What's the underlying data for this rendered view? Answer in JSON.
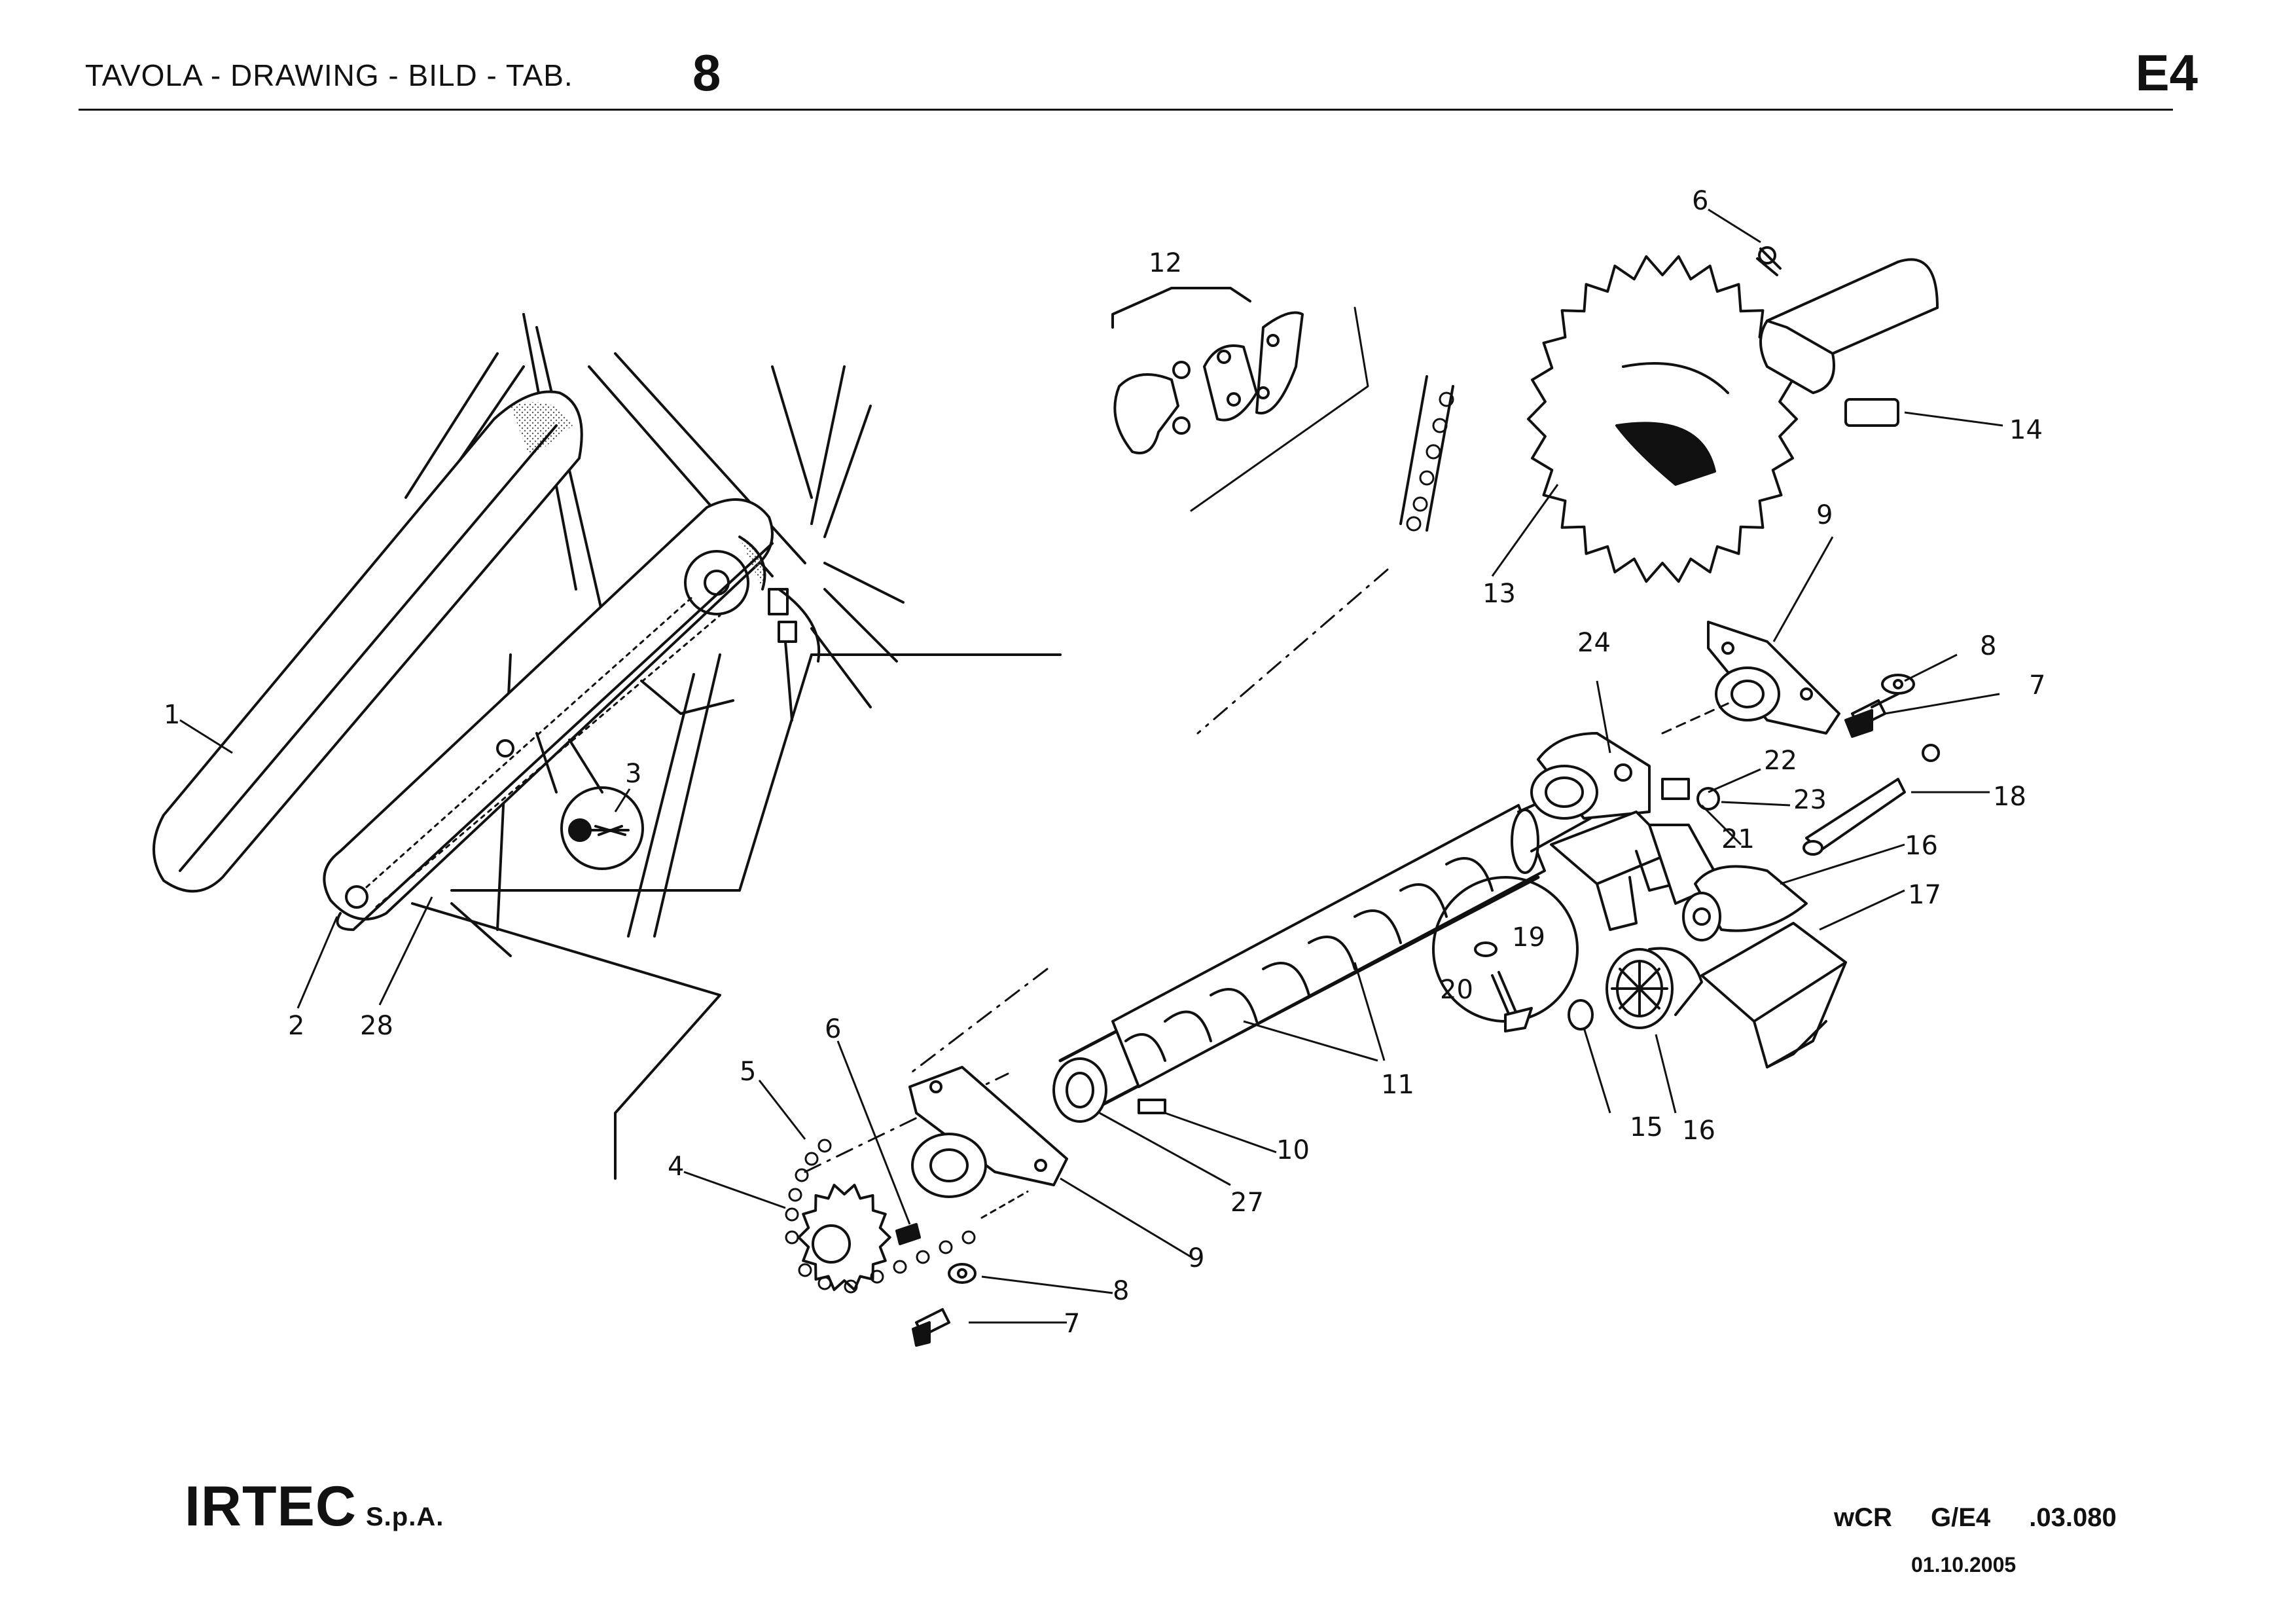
{
  "header": {
    "title": "TAVOLA - DRAWING - BILD - TAB.",
    "table_number": "8",
    "table_code": "E4"
  },
  "callouts": [
    "1",
    "2",
    "28",
    "3",
    "4",
    "5",
    "6",
    "6",
    "7",
    "7",
    "8",
    "8",
    "9",
    "9",
    "10",
    "11",
    "12",
    "13",
    "14",
    "15",
    "16",
    "16",
    "17",
    "18",
    "19",
    "20",
    "21",
    "22",
    "23",
    "24",
    "27"
  ],
  "footer": {
    "company": "IRTEC",
    "company_suffix": "S.p.A.",
    "doc_ref": "wCR G/E4 .03.080",
    "date": "01.10.2005"
  }
}
